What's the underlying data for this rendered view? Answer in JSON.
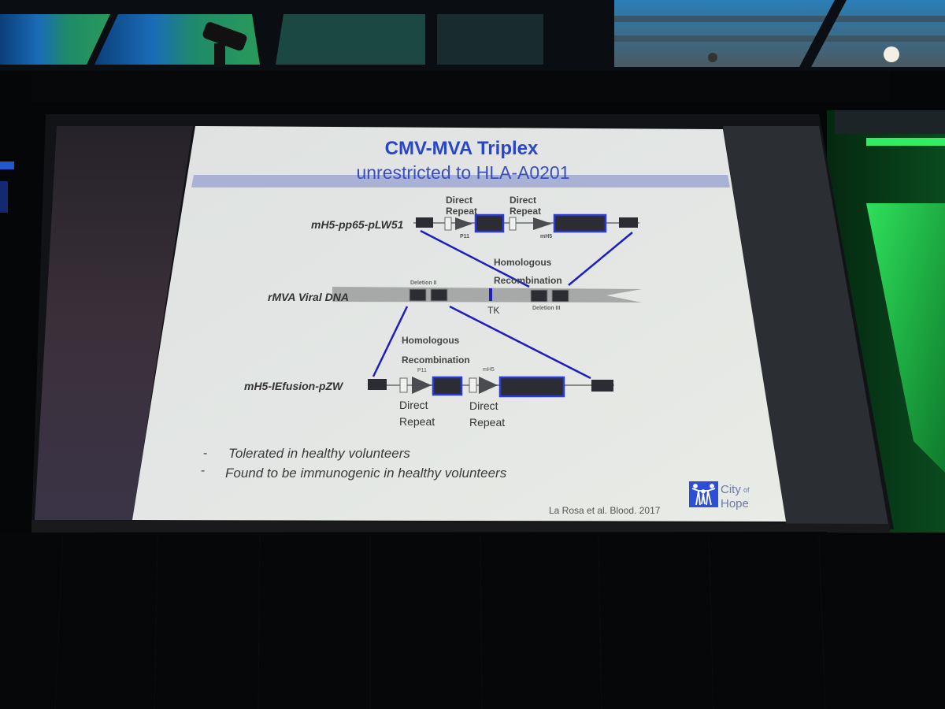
{
  "slide": {
    "title": "CMV-MVA Triplex",
    "subtitle": "unrestricted to HLA-A0201",
    "colors": {
      "title": "#2a46c8",
      "band": "#a9b2d4",
      "line": "#1c1fc0",
      "box": "#2b2d33",
      "dna": "#a7a8a8"
    },
    "top_construct": {
      "name": "mH5-pp65-pLW51",
      "labels_above": [
        "Direct",
        "Repeat",
        "Direct",
        "Repeat"
      ],
      "promoter_1": "P11",
      "promoter_2": "mH5"
    },
    "viral_dna": {
      "name": "rMVA Viral DNA",
      "deletion_2": "Deletion II",
      "deletion_3": "Deletion III",
      "tk": "TK",
      "recombination_top": [
        "Homologous",
        "Recombination"
      ]
    },
    "bottom_construct": {
      "name": "mH5-IEfusion-pZW",
      "recombination": [
        "Homologous",
        "Recombination"
      ],
      "promoter_1": "P11",
      "promoter_2": "mH5",
      "labels_below": [
        "Direct",
        "Repeat",
        "Direct",
        "Repeat"
      ]
    },
    "bullets": [
      "Tolerated in healthy volunteers",
      "Found to be immunogenic in healthy volunteers"
    ],
    "bullet_marker": "-",
    "citation": "La Rosa et al. Blood. 2017",
    "logo": {
      "line1": "City",
      "of": "of",
      "line2": "Hope"
    }
  }
}
